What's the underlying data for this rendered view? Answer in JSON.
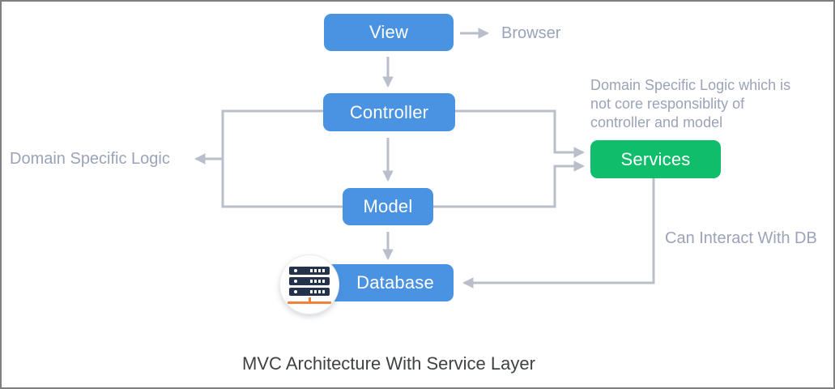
{
  "diagram": {
    "title": "MVC Architecture With Service Layer",
    "nodes": {
      "view": {
        "label": "View"
      },
      "controller": {
        "label": "Controller"
      },
      "model": {
        "label": "Model"
      },
      "database": {
        "label": "Database"
      },
      "services": {
        "label": "Services"
      }
    },
    "annotations": {
      "browser": "Browser",
      "domain_specific_logic": "Domain Specific Logic",
      "services_note": "Domain Specific Logic which is not core responsiblity of controller and model",
      "can_interact_with_db": "Can Interact With DB"
    },
    "icons": {
      "database_icon": "server-rack-icon"
    },
    "colors": {
      "node_blue": "#4a92e2",
      "node_green": "#0fbd6b",
      "connector_gray": "#b9bfca",
      "annotation_text": "#9ba3b8",
      "title_text": "#3f4245",
      "icon_navy": "#25324b",
      "icon_orange": "#f4813a",
      "frame_border": "#808080"
    }
  }
}
